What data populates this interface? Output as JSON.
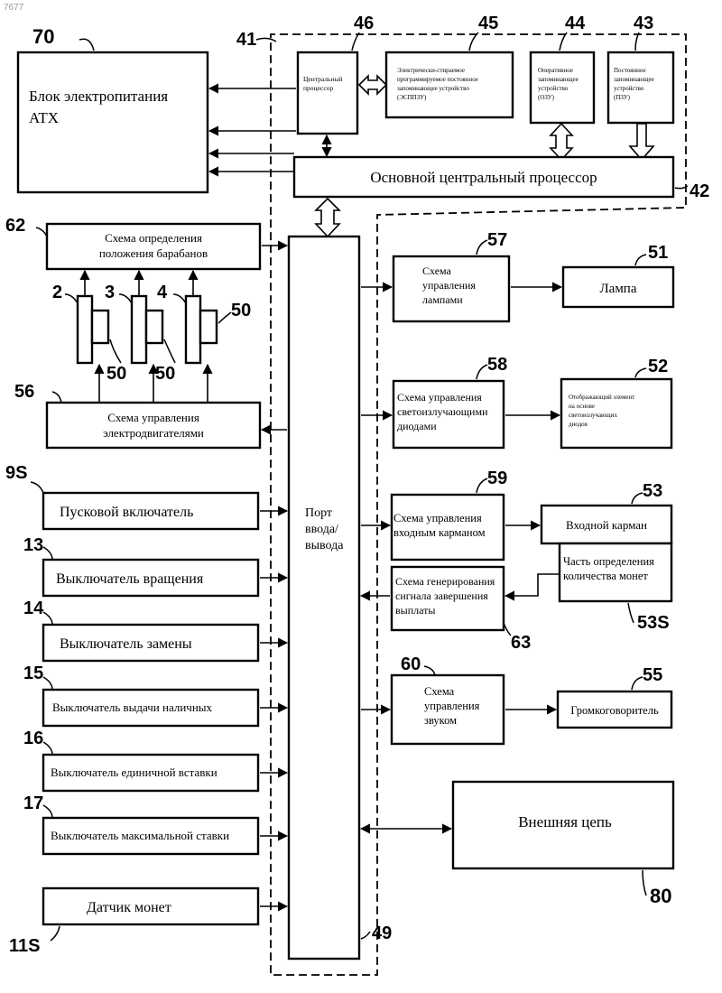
{
  "corner_mark": "7677",
  "blocks": {
    "power": {
      "ref": "70",
      "line1": "Блок электропитания",
      "line2": "ATX"
    },
    "cpu": {
      "ref": "46",
      "line1": "Центральный",
      "line2": "процессор"
    },
    "eeprom": {
      "ref": "45",
      "line1": "Электрически-стираемое",
      "line2": "программируемое постоянное",
      "line3": "запоминающее устройство",
      "line4": "(ЭСППЗУ)"
    },
    "ram": {
      "ref": "44",
      "line1": "Оперативное",
      "line2": "запоминающее",
      "line3": "устройство",
      "line4": "(ОЗУ)"
    },
    "rom": {
      "ref": "43",
      "line1": "Постоянное",
      "line2": "запоминающее",
      "line3": "устройство",
      "line4": "(ПЗУ)"
    },
    "main_cpu": {
      "ref": "42",
      "label": "Основной центральный процессор"
    },
    "reel_detect": {
      "ref": "62",
      "line1": "Схема определения",
      "line2": "положения барабанов"
    },
    "motor_ctrl": {
      "ref": "56",
      "line1": "Схема управления",
      "line2": "электродвигателями"
    },
    "io_port": {
      "ref": "49",
      "line1": "Порт",
      "line2": "ввода/",
      "line3": "вывода"
    },
    "lamp_ctrl": {
      "ref": "57",
      "line1": "Схема",
      "line2": "управления",
      "line3": "лампами"
    },
    "lamp": {
      "ref": "51",
      "label": "Лампа"
    },
    "led_ctrl": {
      "ref": "58",
      "line1": "Схема управления",
      "line2": "светоизлучающими",
      "line3": "диодами"
    },
    "led_display": {
      "ref": "52",
      "line1": "Отображающий элемент",
      "line2": "на основе",
      "line3": "светоизлучающих",
      "line4": "диодов"
    },
    "hopper_ctrl": {
      "ref": "59",
      "line1": "Схема управления",
      "line2": "входным карманом"
    },
    "hopper": {
      "ref": "53",
      "label": "Входной карман"
    },
    "coin_count": {
      "ref": "53S",
      "line1": "Часть определения",
      "line2": "количества монет"
    },
    "payout_signal": {
      "ref": "63",
      "line1": "Схема генерирования",
      "line2": "сигнала завершения",
      "line3": "выплаты"
    },
    "sound_ctrl": {
      "ref": "60",
      "line1": "Схема",
      "line2": "управления",
      "line3": "звуком"
    },
    "speaker": {
      "ref": "55",
      "label": "Громкоговоритель"
    },
    "external": {
      "ref": "80",
      "label": "Внешняя цепь"
    },
    "start_switch": {
      "ref": "9S",
      "label": "Пусковой включатель"
    },
    "spin_switch": {
      "ref": "13",
      "label": "Выключатель вращения"
    },
    "change_switch": {
      "ref": "14",
      "label": "Выключатель замены"
    },
    "cashout_switch": {
      "ref": "15",
      "label": "Выключатель выдачи наличных"
    },
    "single_bet_switch": {
      "ref": "16",
      "label": "Выключатель единичной вставки"
    },
    "max_bet_switch": {
      "ref": "17",
      "label": "Выключатель максимальной ставки"
    },
    "coin_sensor": {
      "ref": "11S",
      "label": "Датчик монет"
    }
  },
  "board_ref": "41",
  "reels": [
    {
      "ref": "2"
    },
    {
      "ref": "3"
    },
    {
      "ref": "4"
    }
  ],
  "reel_motor_ref": "50"
}
